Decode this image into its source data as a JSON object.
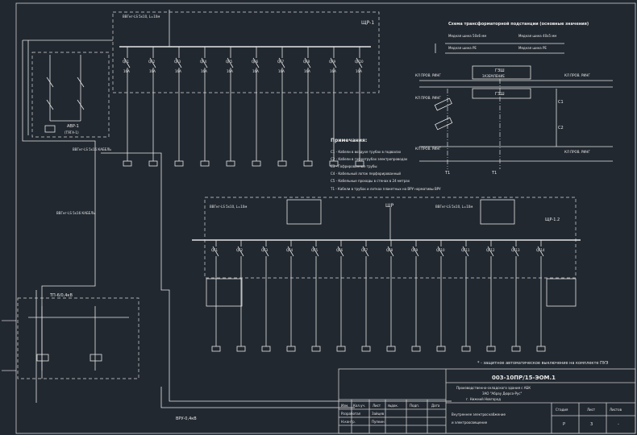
{
  "drawing": {
    "doc_code": "003-10ПР/15-ЭОМ.1",
    "sheet_title_line1": "Внутреннее электроснабжение",
    "sheet_title_line2": "и электроосвещение",
    "project_line1": "Производственно-складского здания с АБК",
    "project_line2": "ЗАО \"Абрау Дюрсо-Рус\"",
    "project_line3": "г. Нижний Новгород",
    "stage_header": "Стадия",
    "sheet_header": "Лист",
    "sheets_header": "Листов",
    "stage": "Р",
    "sheet": "3",
    "sheets": "-",
    "rev_headers": [
      "Изм.",
      "Кол.уч.",
      "Лист",
      "№док.",
      "Подп.",
      "Дата"
    ],
    "developer_label": "Разработал",
    "developer_name": "Зайцев",
    "checker_label": "Н.контр.",
    "checker_name": "Пупкин"
  },
  "panels": {
    "shch1_label": "ЩР-1",
    "shch2_label": "ЩР",
    "shch12_label": "ЩР-1.2",
    "avr_label": "АВР-1",
    "avr_sub": "(ТЯГА-1)",
    "tp_label": "ТП-6/0,4кВ",
    "top_feed": "ВВГнг-LS 5х10,\nL=10м",
    "left_feed": "ВВГнг-LS 5х16\nКАБЕЛЬ",
    "bottom_label": "ВРУ-0,4кВ"
  },
  "legend": {
    "title": "Примечания:",
    "items": [
      "С1 - Кабели в воздухе трубах в подвалах",
      "С2 - Кабели в гофротрубах электропроводах",
      "С3 - Гофрированные трубы",
      "С4 - Кабельный лоток перфорированный",
      "С5 - Кабельные проходы в стенах в 24 метрах",
      "Т1 - Кабели в трубах и лотках плакетных на ВРУ нормативы ВРУ"
    ],
    "footnote": "* - защитное автоматическое выключение на комплекте ПУЭ"
  },
  "grounding": {
    "title": "Схема трансформаторной подстанции (основные значения)",
    "cable_a": "Медная шина 50х6 мм",
    "cable_b": "Медная шина 40х5 мм",
    "cable_c": "Медная шина PE",
    "cable_d": "Медная шина PE",
    "box1": "ГЗШ",
    "box2": "ГЗШ",
    "box_sub": "ЗАЗЕМЛЕНИЕ",
    "lbl_c1": "С1",
    "lbl_c2": "С2",
    "lbl_t1": "Т1",
    "lbl_t2": "Т1",
    "prov_labels": [
      "КЛ ПРОВ. РИНГ",
      "КЛ ПРОВ. РИНГ",
      "КЛ ПРОВ. РИНГ",
      "КЛ ПРОВ. РИНГ",
      "КЛ ПРОВ. РИНГ"
    ]
  },
  "breakers": {
    "qf_labels": [
      "QF1",
      "QF2",
      "QF3",
      "QF4",
      "QF5",
      "QF6",
      "QF7",
      "QF8",
      "QF9",
      "QF10"
    ],
    "row2_labels": [
      "QF1",
      "QF2",
      "QF3",
      "QF4",
      "QF5",
      "QF6",
      "QF7",
      "QF8",
      "QF9",
      "QF10",
      "QF11",
      "QF12",
      "QF13",
      "QF14"
    ],
    "rating": "16А"
  }
}
